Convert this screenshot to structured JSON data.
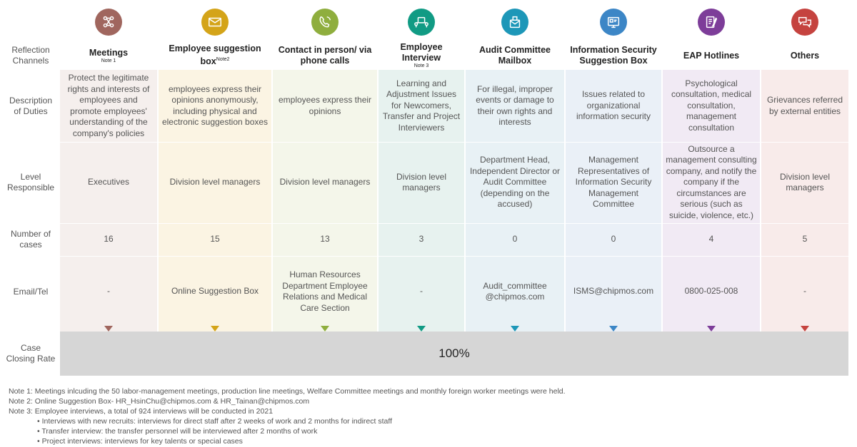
{
  "row_labels": {
    "channels": "Reflection Channels",
    "duties": "Description of Duties",
    "level": "Level Responsible",
    "cases": "Number of cases",
    "contact": "Email/Tel",
    "closing": "Case Closing Rate"
  },
  "columns": [
    {
      "title": "Meetings",
      "note": "Note 1",
      "sup": "",
      "icon": "people-network-icon",
      "color": "#a0665e",
      "bg": "#f5efed",
      "duties": "Protect the legitimate rights and interests of employees and promote employees' understanding of the company's policies",
      "level": "Executives",
      "cases": "16",
      "contact": "-"
    },
    {
      "title": "Employee suggestion box",
      "note": "",
      "sup": "Note2",
      "icon": "envelope-icon",
      "color": "#d4a419",
      "bg": "#fbf4e3",
      "duties": "employees express their opinions anonymously, including physical and electronic suggestion boxes",
      "level": "Division level managers",
      "cases": "15",
      "contact": "Online Suggestion Box"
    },
    {
      "title": "Contact in person/ via phone calls",
      "note": "",
      "sup": "",
      "icon": "phone-icon",
      "color": "#8fae3e",
      "bg": "#f4f6ea",
      "duties": "employees express their opinions",
      "level": "Division level managers",
      "cases": "13",
      "contact": "Human Resources Department Employee Relations and Medical Care Section"
    },
    {
      "title": "Employee Interview",
      "note": "Note 3",
      "sup": "",
      "icon": "interview-icon",
      "color": "#119b84",
      "bg": "#e7f2ef",
      "duties": "Learning and Adjustment Issues for Newcomers, Transfer and Project Interviewers",
      "level": "Division level managers",
      "cases": "3",
      "contact": "-"
    },
    {
      "title": "Audit Committee Mailbox",
      "note": "",
      "sup": "",
      "icon": "mailbox-icon",
      "color": "#1d97b8",
      "bg": "#e8f1f5",
      "duties": "For illegal, improper events or damage to their own rights and interests",
      "level": "Department Head, Independent Director or Audit Committee (depending on the accused)",
      "cases": "0",
      "contact": "Audit_committee @chipmos.com"
    },
    {
      "title": "Information Security Suggestion Box",
      "note": "",
      "sup": "",
      "icon": "security-screen-icon",
      "color": "#3c86c6",
      "bg": "#eaf0f7",
      "duties": "Issues related to organizational information security",
      "level": "Management Representatives of Information Security Management Committee",
      "cases": "0",
      "contact": "ISMS@chipmos.com"
    },
    {
      "title": "EAP Hotlines",
      "note": "",
      "sup": "",
      "icon": "document-pen-icon",
      "color": "#7d3d99",
      "bg": "#f1eaf4",
      "duties": "Psychological consultation, medical consultation, management consultation",
      "level": "Outsource a management consulting company, and notify the company if the circumstances are serious (such as suicide, violence, etc.)",
      "cases": "4",
      "contact": "0800-025-008"
    },
    {
      "title": "Others",
      "note": "",
      "sup": "",
      "icon": "chat-bubbles-icon",
      "color": "#c5433f",
      "bg": "#f8ebea",
      "duties": "Grievances referred by external entities",
      "level": "Division level managers",
      "cases": "5",
      "contact": "-"
    }
  ],
  "closing_rate": "100%",
  "notes": [
    "Note 1: Meetings inlcuding the 50 labor-management meetings, production line meetings, Welfare Committee meetings and monthly foreign worker meetings were held.",
    "Note 2: Online Suggestion Box- HR_HsinChu@chipmos.com & HR_Tainan@chipmos.com",
    "Note 3: Employee interviews, a total of 924 interviews will be conducted in 2021"
  ],
  "subnotes": [
    "• Interviews with new recruits: interviews for direct staff after 2 weeks of work and 2 months for indirect staff",
    "• Transfer interview: the transfer personnel will be interviewed after 2 months of work",
    "• Project interviews: interviews for key talents or special cases"
  ]
}
